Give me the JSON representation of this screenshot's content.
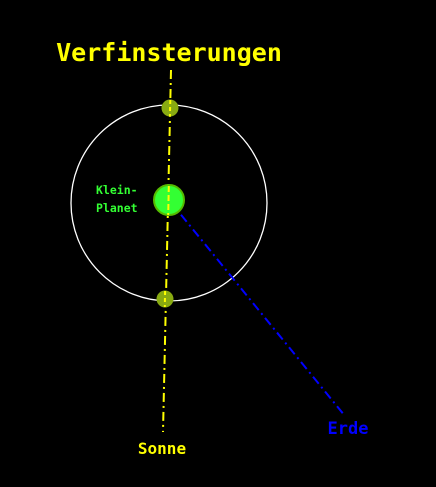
{
  "labels": {
    "title": "Verfinsterungen",
    "planet_line1": "Klein-",
    "planet_line2": "Planet",
    "sun": "Sonne",
    "earth": "Erde"
  },
  "colors": {
    "background": "#000000",
    "sun_line": "#ffff00",
    "earth_line": "#0000ff",
    "orbit": "#ffffff",
    "planet": "#33ff33",
    "planet_stroke": "#66cc00",
    "moon": "#88aa11",
    "title_text": "#ffff00",
    "planet_text": "#33ff33",
    "sun_text": "#ffff00",
    "earth_text": "#0000ff"
  }
}
